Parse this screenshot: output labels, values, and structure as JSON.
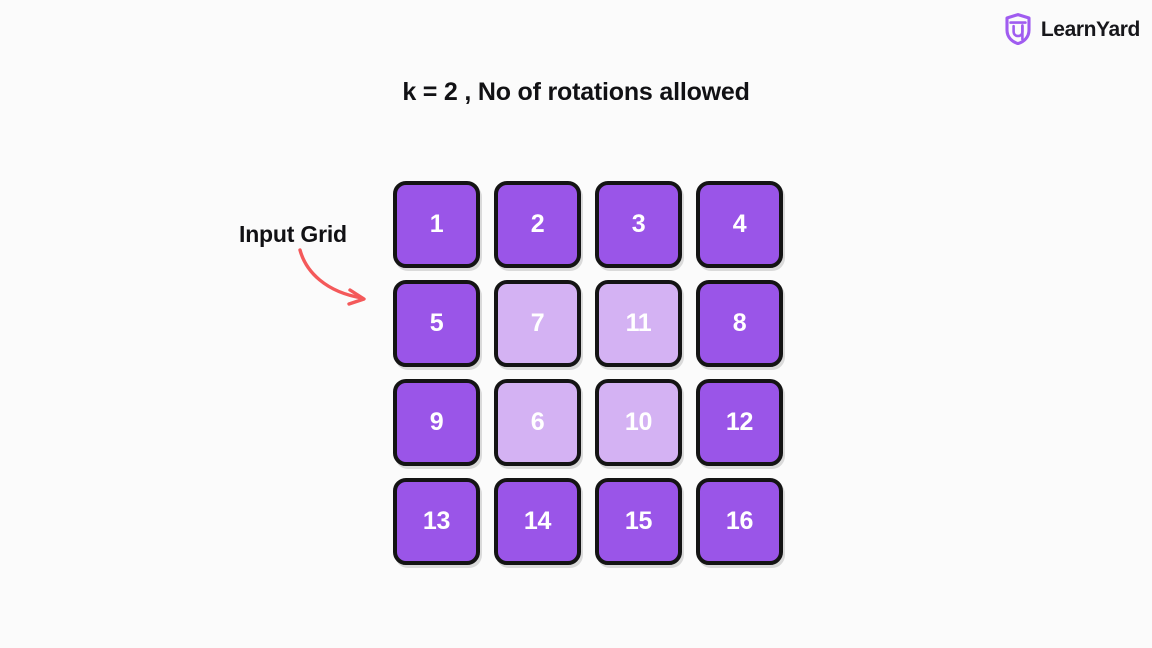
{
  "brand": {
    "name": "LearnYard",
    "mark_icon": "shield-logo-icon",
    "mark_color": "#a05cf0",
    "text_color": "#17171b"
  },
  "title": "k = 2 , No of rotations allowed",
  "annotation": {
    "label": "Input Grid",
    "arrow_icon": "curved-arrow-icon",
    "arrow_color": "#f4595a"
  },
  "grid": {
    "rows": 4,
    "columns": 4,
    "colors": {
      "dark": "#9a55e8",
      "light": "#d4b2f3",
      "border": "#141414",
      "value_text": "#ffffff"
    },
    "cells": [
      {
        "value": "1",
        "shade": "dark"
      },
      {
        "value": "2",
        "shade": "dark"
      },
      {
        "value": "3",
        "shade": "dark"
      },
      {
        "value": "4",
        "shade": "dark"
      },
      {
        "value": "5",
        "shade": "dark"
      },
      {
        "value": "7",
        "shade": "light"
      },
      {
        "value": "11",
        "shade": "light"
      },
      {
        "value": "8",
        "shade": "dark"
      },
      {
        "value": "9",
        "shade": "dark"
      },
      {
        "value": "6",
        "shade": "light"
      },
      {
        "value": "10",
        "shade": "light"
      },
      {
        "value": "12",
        "shade": "dark"
      },
      {
        "value": "13",
        "shade": "dark"
      },
      {
        "value": "14",
        "shade": "dark"
      },
      {
        "value": "15",
        "shade": "dark"
      },
      {
        "value": "16",
        "shade": "dark"
      }
    ]
  },
  "background_color": "#fbfbfb"
}
